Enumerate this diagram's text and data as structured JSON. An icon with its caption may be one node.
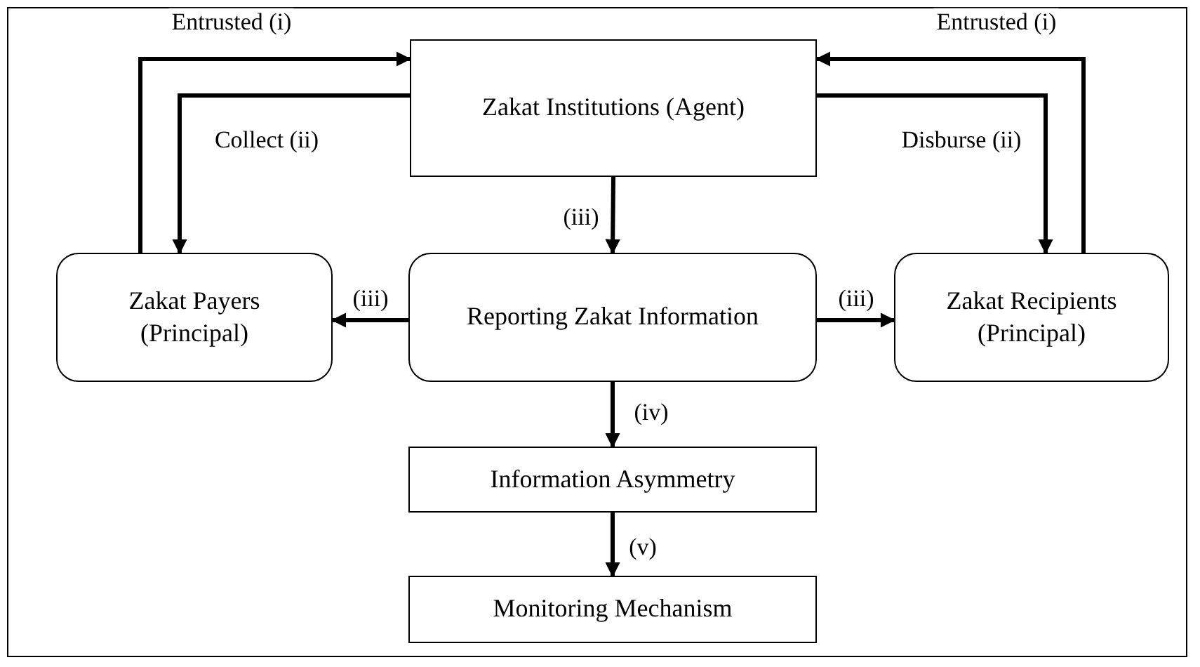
{
  "diagram": {
    "nodes": [
      {
        "text": [
          "Zakat Institutions (Agent)"
        ]
      },
      {
        "text": [
          "Zakat Payers (Principal)"
        ]
      },
      {
        "text": [
          "Reporting Zakat Information"
        ]
      },
      {
        "text": [
          "Zakat Recipients (Principal)"
        ]
      },
      {
        "text": [
          "Information Asymmetry"
        ]
      },
      {
        "text": [
          "Monitoring Mechanism"
        ]
      }
    ],
    "edges": [
      {
        "from": 1,
        "to": 0,
        "arrow": "to",
        "label": "Entrusted (i)"
      },
      {
        "from": 0,
        "to": 1,
        "arrow": "to",
        "label": "Collect (ii)"
      },
      {
        "from": 3,
        "to": 0,
        "arrow": "to",
        "label": "Entrusted (i)"
      },
      {
        "from": 0,
        "to": 3,
        "arrow": "to",
        "label": "Disburse (ii)"
      },
      {
        "from": 0,
        "to": 2,
        "arrow": "to",
        "label": "(iii)"
      },
      {
        "from": 2,
        "to": 1,
        "arrow": "to",
        "label": "(iii)"
      },
      {
        "from": 2,
        "to": 3,
        "arrow": "to",
        "label": "(iii)"
      },
      {
        "from": 2,
        "to": 4,
        "arrow": "to",
        "label": "(iv)"
      },
      {
        "from": 4,
        "to": 5,
        "arrow": "to",
        "label": "(v)"
      }
    ]
  }
}
